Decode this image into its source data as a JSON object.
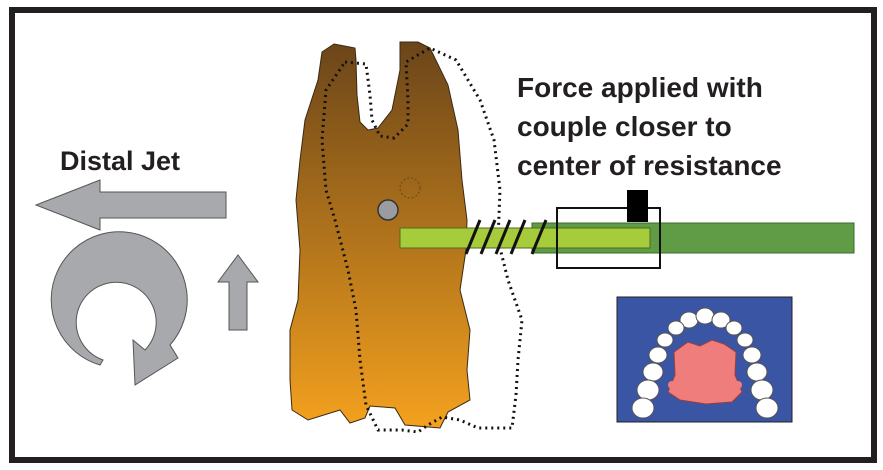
{
  "diagram": {
    "labels": {
      "distal_jet": "Distal Jet",
      "force_line1": "Force applied with",
      "force_line2": "couple closer to",
      "force_line3": "center of resistance"
    },
    "colors": {
      "frame": "#231f20",
      "arrow_fill": "#a7a9ac",
      "tooth_top": "#6b4519",
      "tooth_bottom": "#f4a11e",
      "wire_light": "#a6cc3b",
      "tube_dark": "#5f9c45",
      "inset_bg": "#3a55a4",
      "palatal_pad": "#ee7d7b"
    },
    "icons": [
      "left-arrow-icon",
      "rotation-arrow-icon",
      "up-arrow-icon"
    ]
  }
}
